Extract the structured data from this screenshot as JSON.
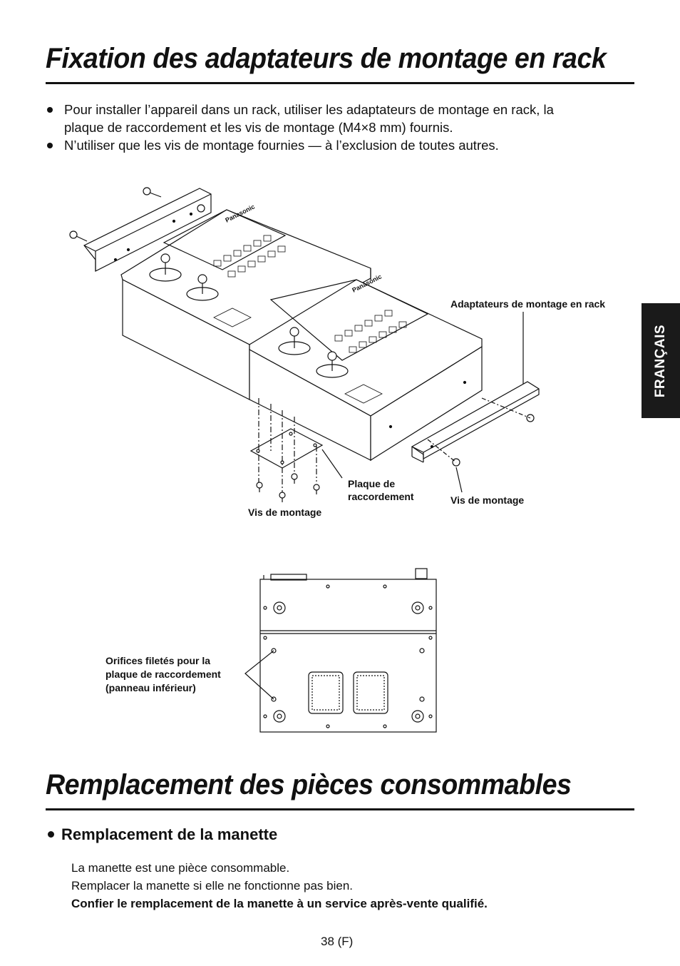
{
  "section1": {
    "title": "Fixation des adaptateurs de montage en rack",
    "bullets": [
      "Pour installer l’appareil dans un rack, utiliser les adaptateurs de montage en rack, la",
      "plaque de raccordement et les vis de montage (M4×8 mm) fournis.",
      "N’utiliser que les vis de montage fournies — à l’exclusion de toutes autres."
    ]
  },
  "language_tab": "FRANÇAIS",
  "figure1": {
    "brand": "Panasonic",
    "labels": {
      "rack_adapters": "Adaptateurs de montage en rack",
      "joining_plate_line1": "Plaque de",
      "joining_plate_line2": "raccordement",
      "screws_left": "Vis de montage",
      "screws_right": "Vis de montage"
    }
  },
  "figure2": {
    "label_line1": "Orifices filetés pour la",
    "label_line2": "plaque de raccordement",
    "label_line3": "(panneau inférieur)"
  },
  "section2": {
    "title": "Remplacement des pièces consommables",
    "subheading": "Remplacement de la manette",
    "lines": [
      "La manette est une pièce consommable.",
      "Remplacer la manette si elle ne fonctionne pas bien.",
      "Confier le remplacement de la manette à un service après-vente qualifié."
    ]
  },
  "page_number": "38 (F)"
}
